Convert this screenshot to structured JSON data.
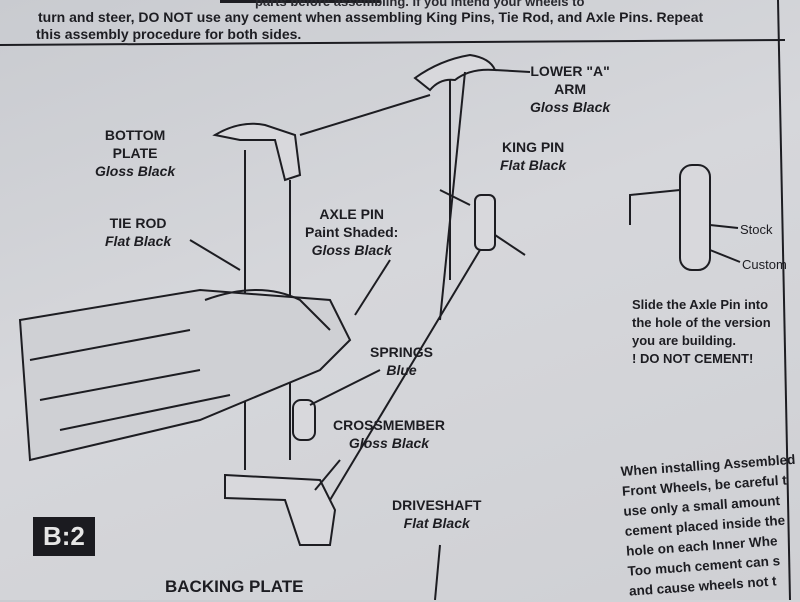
{
  "intro": {
    "line0": "parts before assembling. If you intend your wheels to",
    "line1": "turn and steer, DO NOT use any cement when assembling King Pins, Tie Rod, and Axle Pins. Repeat",
    "line2": "this assembly procedure for both sides."
  },
  "labels": {
    "lower_a_arm": {
      "name1": "LOWER \"A\"",
      "name2": "ARM",
      "paint": "Gloss Black"
    },
    "bottom_plate": {
      "name1": "BOTTOM",
      "name2": "PLATE",
      "paint": "Gloss Black"
    },
    "king_pin": {
      "name": "KING PIN",
      "paint": "Flat Black"
    },
    "axle_pin": {
      "name": "AXLE PIN",
      "note": "Paint Shaded:",
      "paint": "Gloss Black"
    },
    "tie_rod": {
      "name": "TIE ROD",
      "paint": "Flat Black"
    },
    "springs": {
      "name": "SPRINGS",
      "paint": "Blue"
    },
    "crossmember": {
      "name": "CROSSMEMBER",
      "paint": "Gloss Black"
    },
    "driveshaft": {
      "name": "DRIVESHAFT",
      "paint": "Flat Black"
    },
    "backing_plate": {
      "name": "BACKING PLATE"
    }
  },
  "inset": {
    "stock": "Stock",
    "custom": "Custom",
    "lines": [
      "Slide the Axle Pin into",
      "the hole of the version",
      "you are building.",
      "! DO NOT CEMENT!"
    ]
  },
  "step_badge": "B:2",
  "wheel_note": {
    "lines": [
      "When installing Assembled",
      "Front Wheels, be careful t",
      "use only a small amount",
      "cement placed inside the",
      "hole on each Inner Whe",
      "Too much cement can s",
      "and cause wheels not t"
    ]
  }
}
